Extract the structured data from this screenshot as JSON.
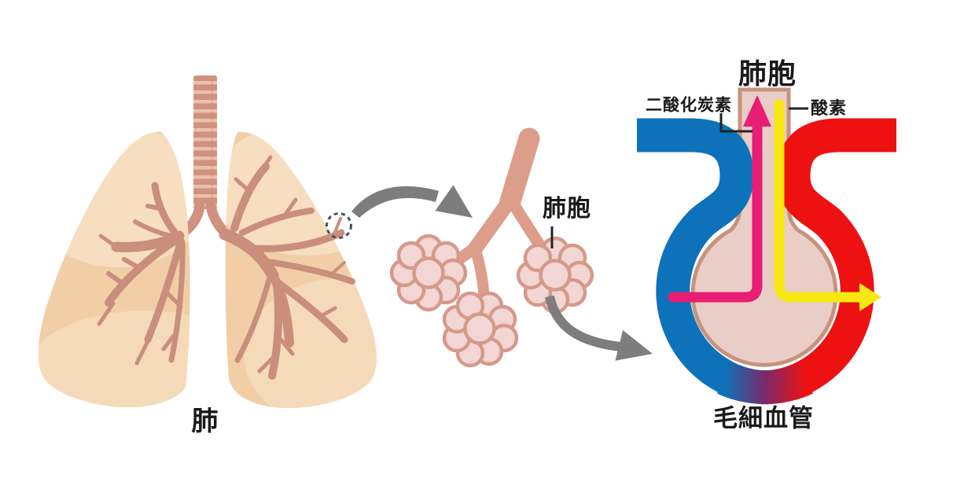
{
  "diagram": {
    "lung": {
      "label": "肺"
    },
    "alveoli": {
      "label": "肺胞"
    },
    "gas_exchange": {
      "title": "肺胞",
      "co2_label": "二酸化炭素",
      "o2_label": "酸素",
      "capillary_label": "毛細血管"
    },
    "icons": {
      "lung_highlight": "dashed-circle-icon",
      "lung_to_alveoli": "curved-zoom-arrow-icon",
      "alveoli_to_capillary": "curved-zoom-arrow-icon",
      "co2_flow": "up-arrow-icon",
      "o2_flow": "right-arrow-icon"
    },
    "colors": {
      "lung_fill": "#f1cea6",
      "lung_highlight": "#f8e3c8",
      "airway": "#ca8e7c",
      "trachea_fill": "#d0917f",
      "trachea_stripe": "#eac0ae",
      "bronchiole": "#dc9d8a",
      "alveoli_fill": "#f2d6d3",
      "alveoli_stroke": "#d6998a",
      "alveolus_fill": "#e9cdc7",
      "alveolus_stroke": "#c6937f",
      "vein_blue": "#0d72ba",
      "artery_red": "#ee1111",
      "co2_pink": "#e81d74",
      "o2_yellow": "#f8e811",
      "arrow_gray": "#7d7d7d",
      "text_black": "#1a1a1a",
      "highlight_ring": "#46525b"
    }
  }
}
